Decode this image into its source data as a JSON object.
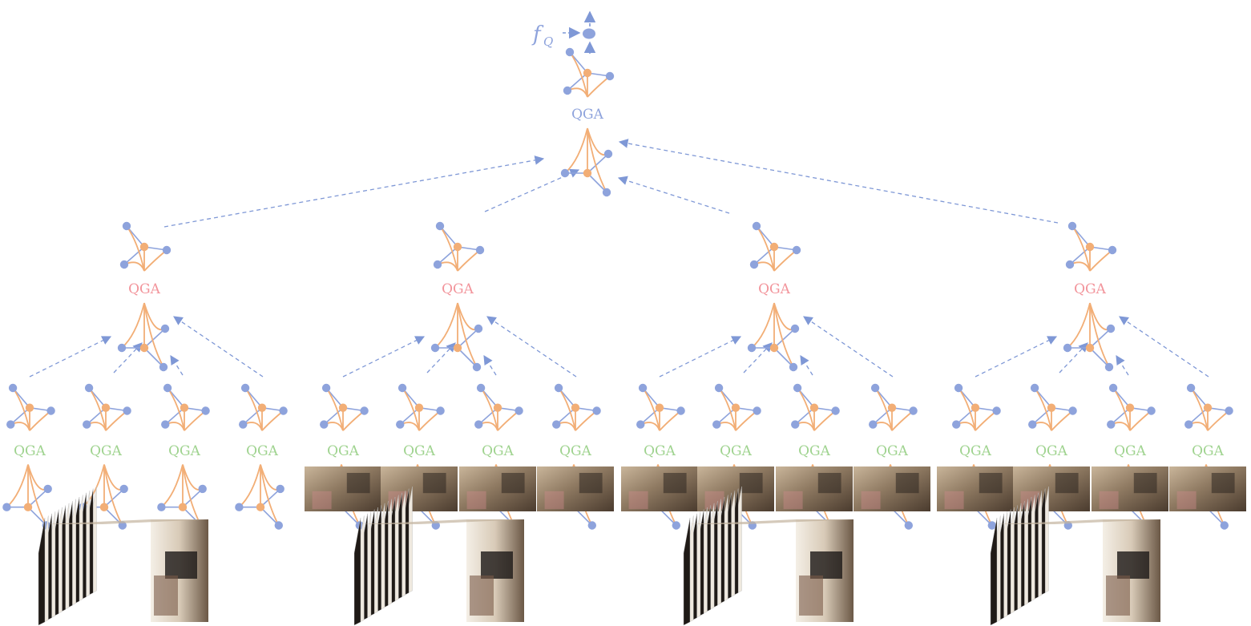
{
  "colors": {
    "blue": "#8ea3dc",
    "orange": "#f2ae76",
    "blue_arrow": "#7f98d6",
    "top_label": "#8ea3dc",
    "mid_label": "#f2949b",
    "low_label": "#9fd38f"
  },
  "output": {
    "symbol": "f",
    "subscript": "Q"
  },
  "top": {
    "label": "QGA"
  },
  "mid": [
    {
      "label": "QGA"
    },
    {
      "label": "QGA"
    },
    {
      "label": "QGA"
    },
    {
      "label": "QGA"
    }
  ],
  "low": [
    {
      "label": "QGA",
      "frame_strip": false
    },
    {
      "label": "QGA",
      "frame_strip": false
    },
    {
      "label": "QGA",
      "frame_strip": false
    },
    {
      "label": "QGA",
      "frame_strip": false
    },
    {
      "label": "QGA",
      "frame_strip": true
    },
    {
      "label": "QGA",
      "frame_strip": true
    },
    {
      "label": "QGA",
      "frame_strip": true
    },
    {
      "label": "QGA",
      "frame_strip": true
    },
    {
      "label": "QGA",
      "frame_strip": true
    },
    {
      "label": "QGA",
      "frame_strip": true
    },
    {
      "label": "QGA",
      "frame_strip": true
    },
    {
      "label": "QGA",
      "frame_strip": true
    },
    {
      "label": "QGA",
      "frame_strip": true
    },
    {
      "label": "QGA",
      "frame_strip": true
    },
    {
      "label": "QGA",
      "frame_strip": true
    },
    {
      "label": "QGA",
      "frame_strip": true
    }
  ],
  "video_clips": [
    {
      "icon": "video-frame-stack"
    },
    {
      "icon": "video-frame-stack"
    },
    {
      "icon": "video-frame-stack"
    },
    {
      "icon": "video-frame-stack"
    }
  ]
}
